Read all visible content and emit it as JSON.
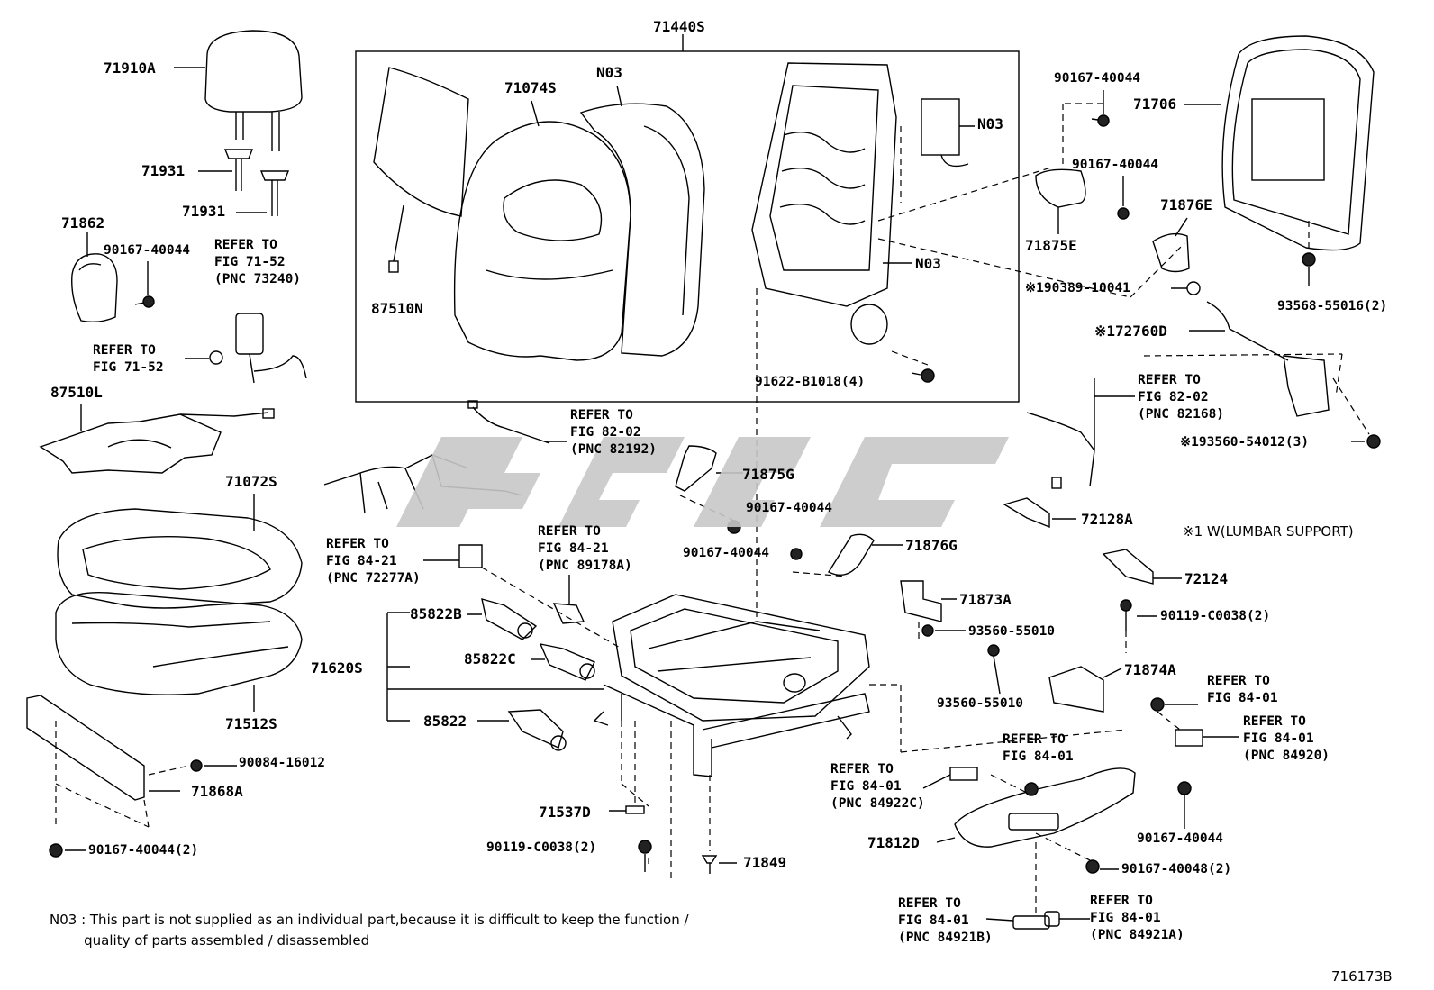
{
  "diagram": {
    "labels": [
      {
        "id": "71440S",
        "text": "71440S"
      },
      {
        "id": "71910A",
        "text": "71910A"
      },
      {
        "id": "71931a",
        "text": "71931"
      },
      {
        "id": "71931b",
        "text": "71931"
      },
      {
        "id": "71862",
        "text": "71862"
      },
      {
        "id": "b1",
        "text": "90167-40044"
      },
      {
        "id": "71074S",
        "text": "71074S"
      },
      {
        "id": "N03a",
        "text": "N03"
      },
      {
        "id": "N03b",
        "text": "N03"
      },
      {
        "id": "N03c",
        "text": "N03"
      },
      {
        "id": "87510N",
        "text": "87510N"
      },
      {
        "id": "91622",
        "text": "91622-B1018(4)"
      },
      {
        "id": "b2",
        "text": "90167-40044"
      },
      {
        "id": "b3",
        "text": "90167-40044"
      },
      {
        "id": "71706",
        "text": "71706"
      },
      {
        "id": "71876E",
        "text": "71876E"
      },
      {
        "id": "71875E",
        "text": "71875E"
      },
      {
        "id": "90389",
        "text": "※190389-10041"
      },
      {
        "id": "93568",
        "text": "93568-55016(2)"
      },
      {
        "id": "72760D",
        "text": "※172760D"
      },
      {
        "id": "93560a",
        "text": "※193560-54012(3)"
      },
      {
        "id": "87510L",
        "text": "87510L"
      },
      {
        "id": "71072S",
        "text": "71072S"
      },
      {
        "id": "71512S",
        "text": "71512S"
      },
      {
        "id": "71875G",
        "text": "71875G"
      },
      {
        "id": "b4",
        "text": "90167-40044"
      },
      {
        "id": "b5",
        "text": "90167-40044"
      },
      {
        "id": "71876G",
        "text": "71876G"
      },
      {
        "id": "72128A",
        "text": "72128A"
      },
      {
        "id": "72124",
        "text": "72124"
      },
      {
        "id": "71873A",
        "text": "71873A"
      },
      {
        "id": "93560b",
        "text": "93560-55010"
      },
      {
        "id": "93560c",
        "text": "93560-55010"
      },
      {
        "id": "90119a",
        "text": "90119-C0038(2)"
      },
      {
        "id": "71874A",
        "text": "71874A"
      },
      {
        "id": "85822B",
        "text": "85822B"
      },
      {
        "id": "85822C",
        "text": "85822C"
      },
      {
        "id": "85822",
        "text": "85822"
      },
      {
        "id": "71620S",
        "text": "71620S"
      },
      {
        "id": "90084",
        "text": "90084-16012"
      },
      {
        "id": "71868A",
        "text": "71868A"
      },
      {
        "id": "b6",
        "text": "90167-40044(2)"
      },
      {
        "id": "71537D",
        "text": "71537D"
      },
      {
        "id": "90119b",
        "text": "90119-C0038(2)"
      },
      {
        "id": "71849",
        "text": "71849"
      },
      {
        "id": "71812D",
        "text": "71812D"
      },
      {
        "id": "b7",
        "text": "90167-40044"
      },
      {
        "id": "90167-48",
        "text": "90167-40048(2)"
      }
    ],
    "references": [
      {
        "id": "r1",
        "text": "REFER TO\nFIG 71-52\n(PNC 73240)"
      },
      {
        "id": "r2",
        "text": "REFER TO\nFIG 71-52"
      },
      {
        "id": "r3",
        "text": "REFER TO\nFIG 82-02\n(PNC 82192)"
      },
      {
        "id": "r4",
        "text": "REFER TO\nFIG 82-02\n(PNC 82168)"
      },
      {
        "id": "r5",
        "text": "REFER TO\nFIG 84-21\n(PNC 72277A)"
      },
      {
        "id": "r6",
        "text": "REFER TO\nFIG 84-21\n(PNC 89178A)"
      },
      {
        "id": "r7",
        "text": "REFER TO\nFIG 84-01"
      },
      {
        "id": "r8",
        "text": "REFER TO\nFIG 84-01\n(PNC 84920)"
      },
      {
        "id": "r9",
        "text": "REFER TO\nFIG 84-01"
      },
      {
        "id": "r10",
        "text": "REFER TO\nFIG 84-01\n(PNC 84922C)"
      },
      {
        "id": "r11",
        "text": "REFER TO\nFIG 84-01\n(PNC 84921B)"
      },
      {
        "id": "r12",
        "text": "REFER TO\nFIG 84-01\n(PNC 84921A)"
      }
    ],
    "lumbar_note": "※1 W(LUMBAR SUPPORT)",
    "footnote": "N03 : This part is not supplied as an individual part,because it is difficult to keep the function /\n        quality of parts assembled / disassembled",
    "illustration_code": "716173B"
  }
}
